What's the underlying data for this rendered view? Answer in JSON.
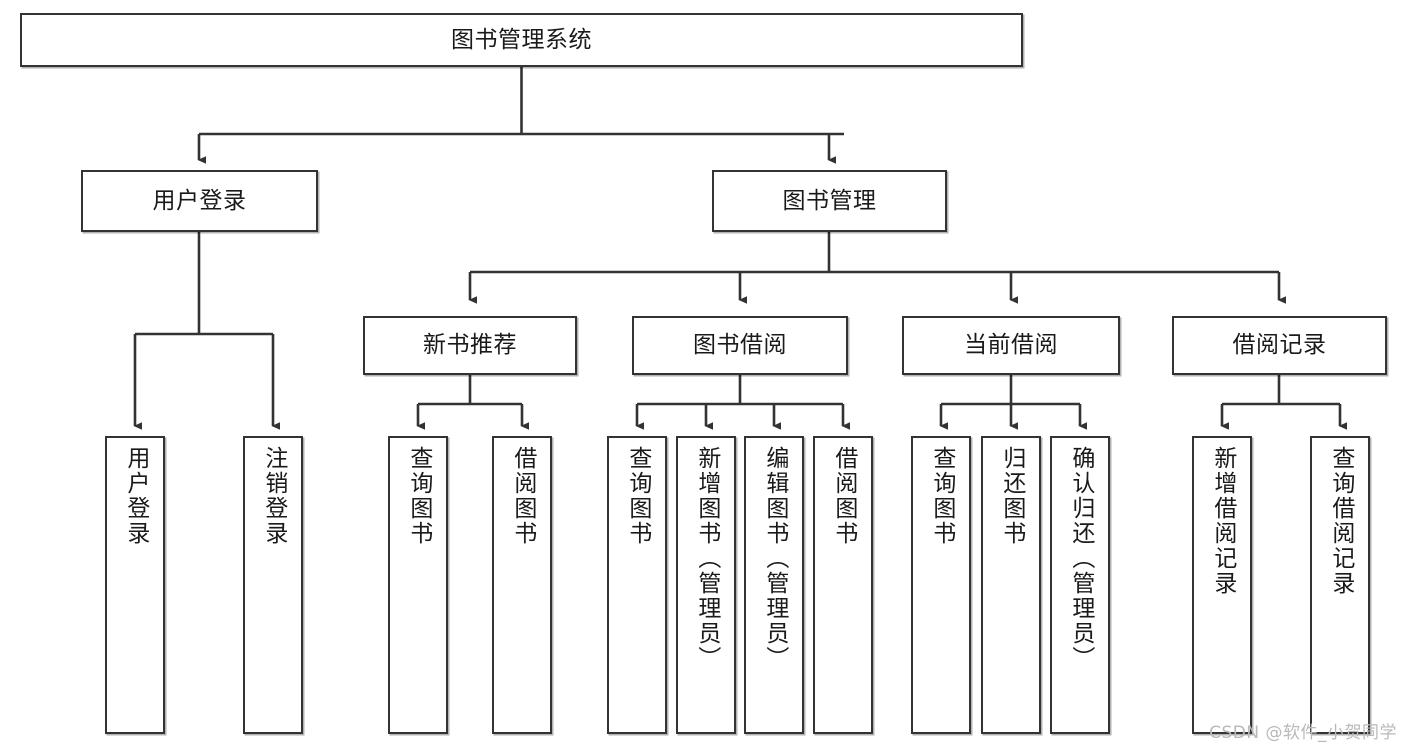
{
  "diagram": {
    "title": "图书管理系统",
    "type": "tree-hierarchy-chart",
    "colors": {
      "node_border": "#333333",
      "node_fill": "#ffffff",
      "edge": "#333333",
      "text": "#1a1a1a",
      "watermark": "#b9b9b9",
      "background": "#ffffff"
    },
    "nodes": {
      "root": {
        "label": "图书管理系统"
      },
      "level2": [
        {
          "id": "user-login",
          "label": "用户登录"
        },
        {
          "id": "book-management",
          "label": "图书管理"
        }
      ],
      "level3": [
        {
          "id": "new-book-recommend",
          "label": "新书推荐"
        },
        {
          "id": "book-borrow",
          "label": "图书借阅"
        },
        {
          "id": "current-borrow",
          "label": "当前借阅"
        },
        {
          "id": "borrow-record",
          "label": "借阅记录"
        }
      ],
      "leaves": {
        "user_login": [
          {
            "id": "leaf-user-login",
            "label": "用户登录"
          },
          {
            "id": "leaf-logout-login",
            "label": "注销登录"
          }
        ],
        "new_book_recommend": [
          {
            "id": "leaf-query-book-1",
            "label": "查询图书"
          },
          {
            "id": "leaf-borrow-book-1",
            "label": "借阅图书"
          }
        ],
        "book_borrow": [
          {
            "id": "leaf-query-book-2",
            "label": "查询图书"
          },
          {
            "id": "leaf-add-book",
            "label": "新增图书（管理员）"
          },
          {
            "id": "leaf-edit-book",
            "label": "编辑图书（管理员）"
          },
          {
            "id": "leaf-borrow-book-2",
            "label": "借阅图书"
          }
        ],
        "current_borrow": [
          {
            "id": "leaf-query-book-3",
            "label": "查询图书"
          },
          {
            "id": "leaf-return-book",
            "label": "归还图书"
          },
          {
            "id": "leaf-confirm-return",
            "label": "确认归还（管理员）"
          }
        ],
        "borrow_record": [
          {
            "id": "leaf-add-record",
            "label": "新增借阅记录"
          },
          {
            "id": "leaf-query-record",
            "label": "查询借阅记录"
          }
        ]
      }
    }
  },
  "watermark": {
    "text": "CSDN @软件_小贺同学"
  }
}
